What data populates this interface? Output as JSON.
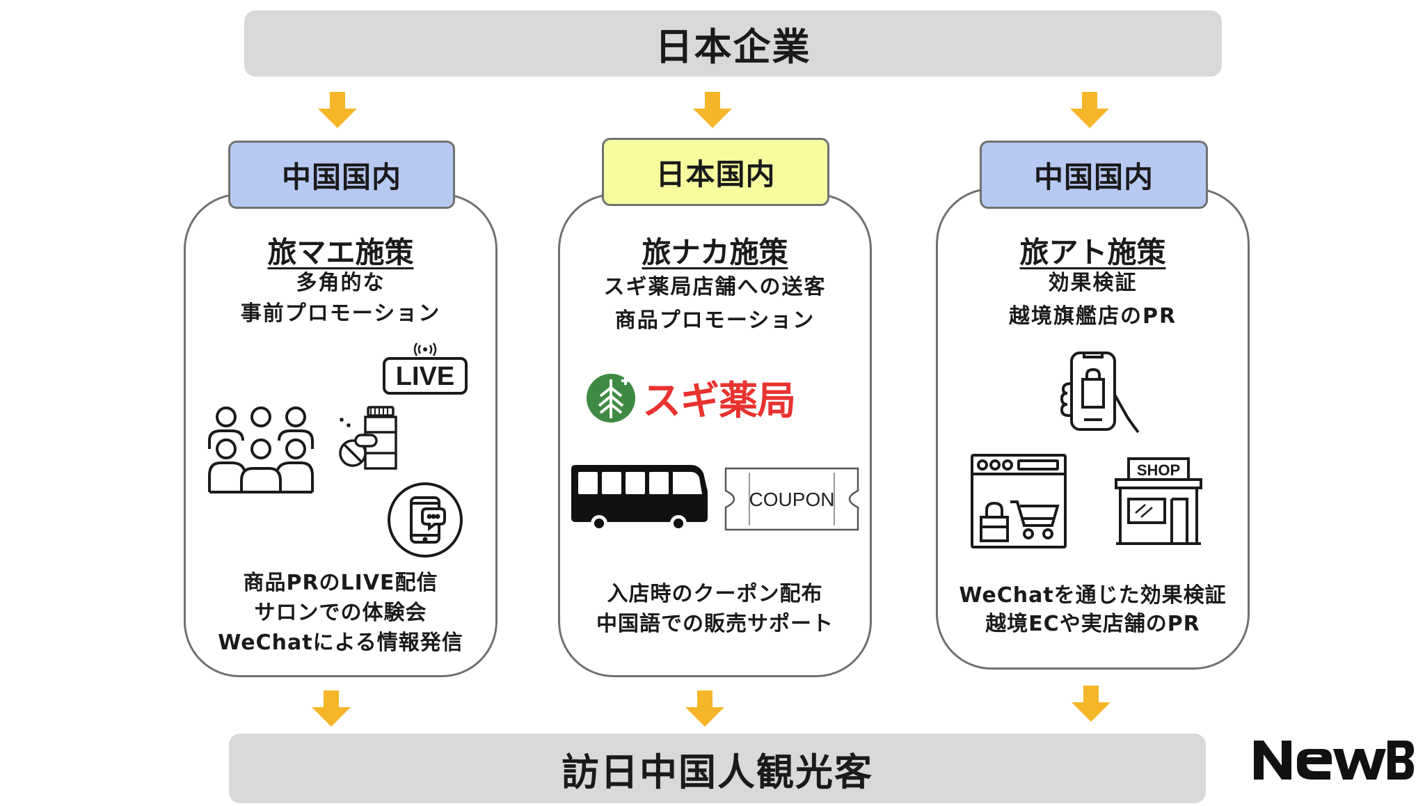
{
  "top_bar": {
    "label": "日本企業"
  },
  "bottom_bar": {
    "label": "訪日中国人観光客"
  },
  "panels": [
    {
      "tab": "中国国内",
      "title": "旅マエ施策",
      "subtitle": [
        "多角的な",
        "事前プロモーション"
      ],
      "icons": [
        "people-group-icon",
        "live-stream-icon",
        "medicine-icon",
        "phone-chat-icon"
      ],
      "live_badge": "LIVE",
      "bottom": [
        "商品PRのLIVE配信",
        "サロンでの体験会",
        "WeChatによる情報発信"
      ]
    },
    {
      "tab": "日本国内",
      "title": "旅ナカ施策",
      "subtitle": [
        "スギ薬局店舗への送客",
        "商品プロモーション"
      ],
      "logo_text": "スギ薬局",
      "icons": [
        "sugi-logo-icon",
        "bus-icon",
        "coupon-icon"
      ],
      "coupon_text": "COUPON",
      "bottom": [
        "入店時のクーポン配布",
        "中国語での販売サポート"
      ]
    },
    {
      "tab": "中国国内",
      "title": "旅アト施策",
      "subtitle": [
        "効果検証",
        "越境旗艦店のPR"
      ],
      "icons": [
        "mobile-shopping-icon",
        "online-store-icon",
        "shop-icon"
      ],
      "shop_sign": "SHOP",
      "bottom": [
        "WeChatを通じた効果検証",
        "越境ECや実店舗のPR"
      ]
    }
  ],
  "brand": "NewB",
  "colors": {
    "arrow": "#f5b62a",
    "tab_blue": "#b7c9f2",
    "tab_yellow": "#f7fb9e",
    "bar_gray": "#d9d9d9",
    "sugi_green": "#3f8a43",
    "sugi_red": "#e8332f"
  }
}
